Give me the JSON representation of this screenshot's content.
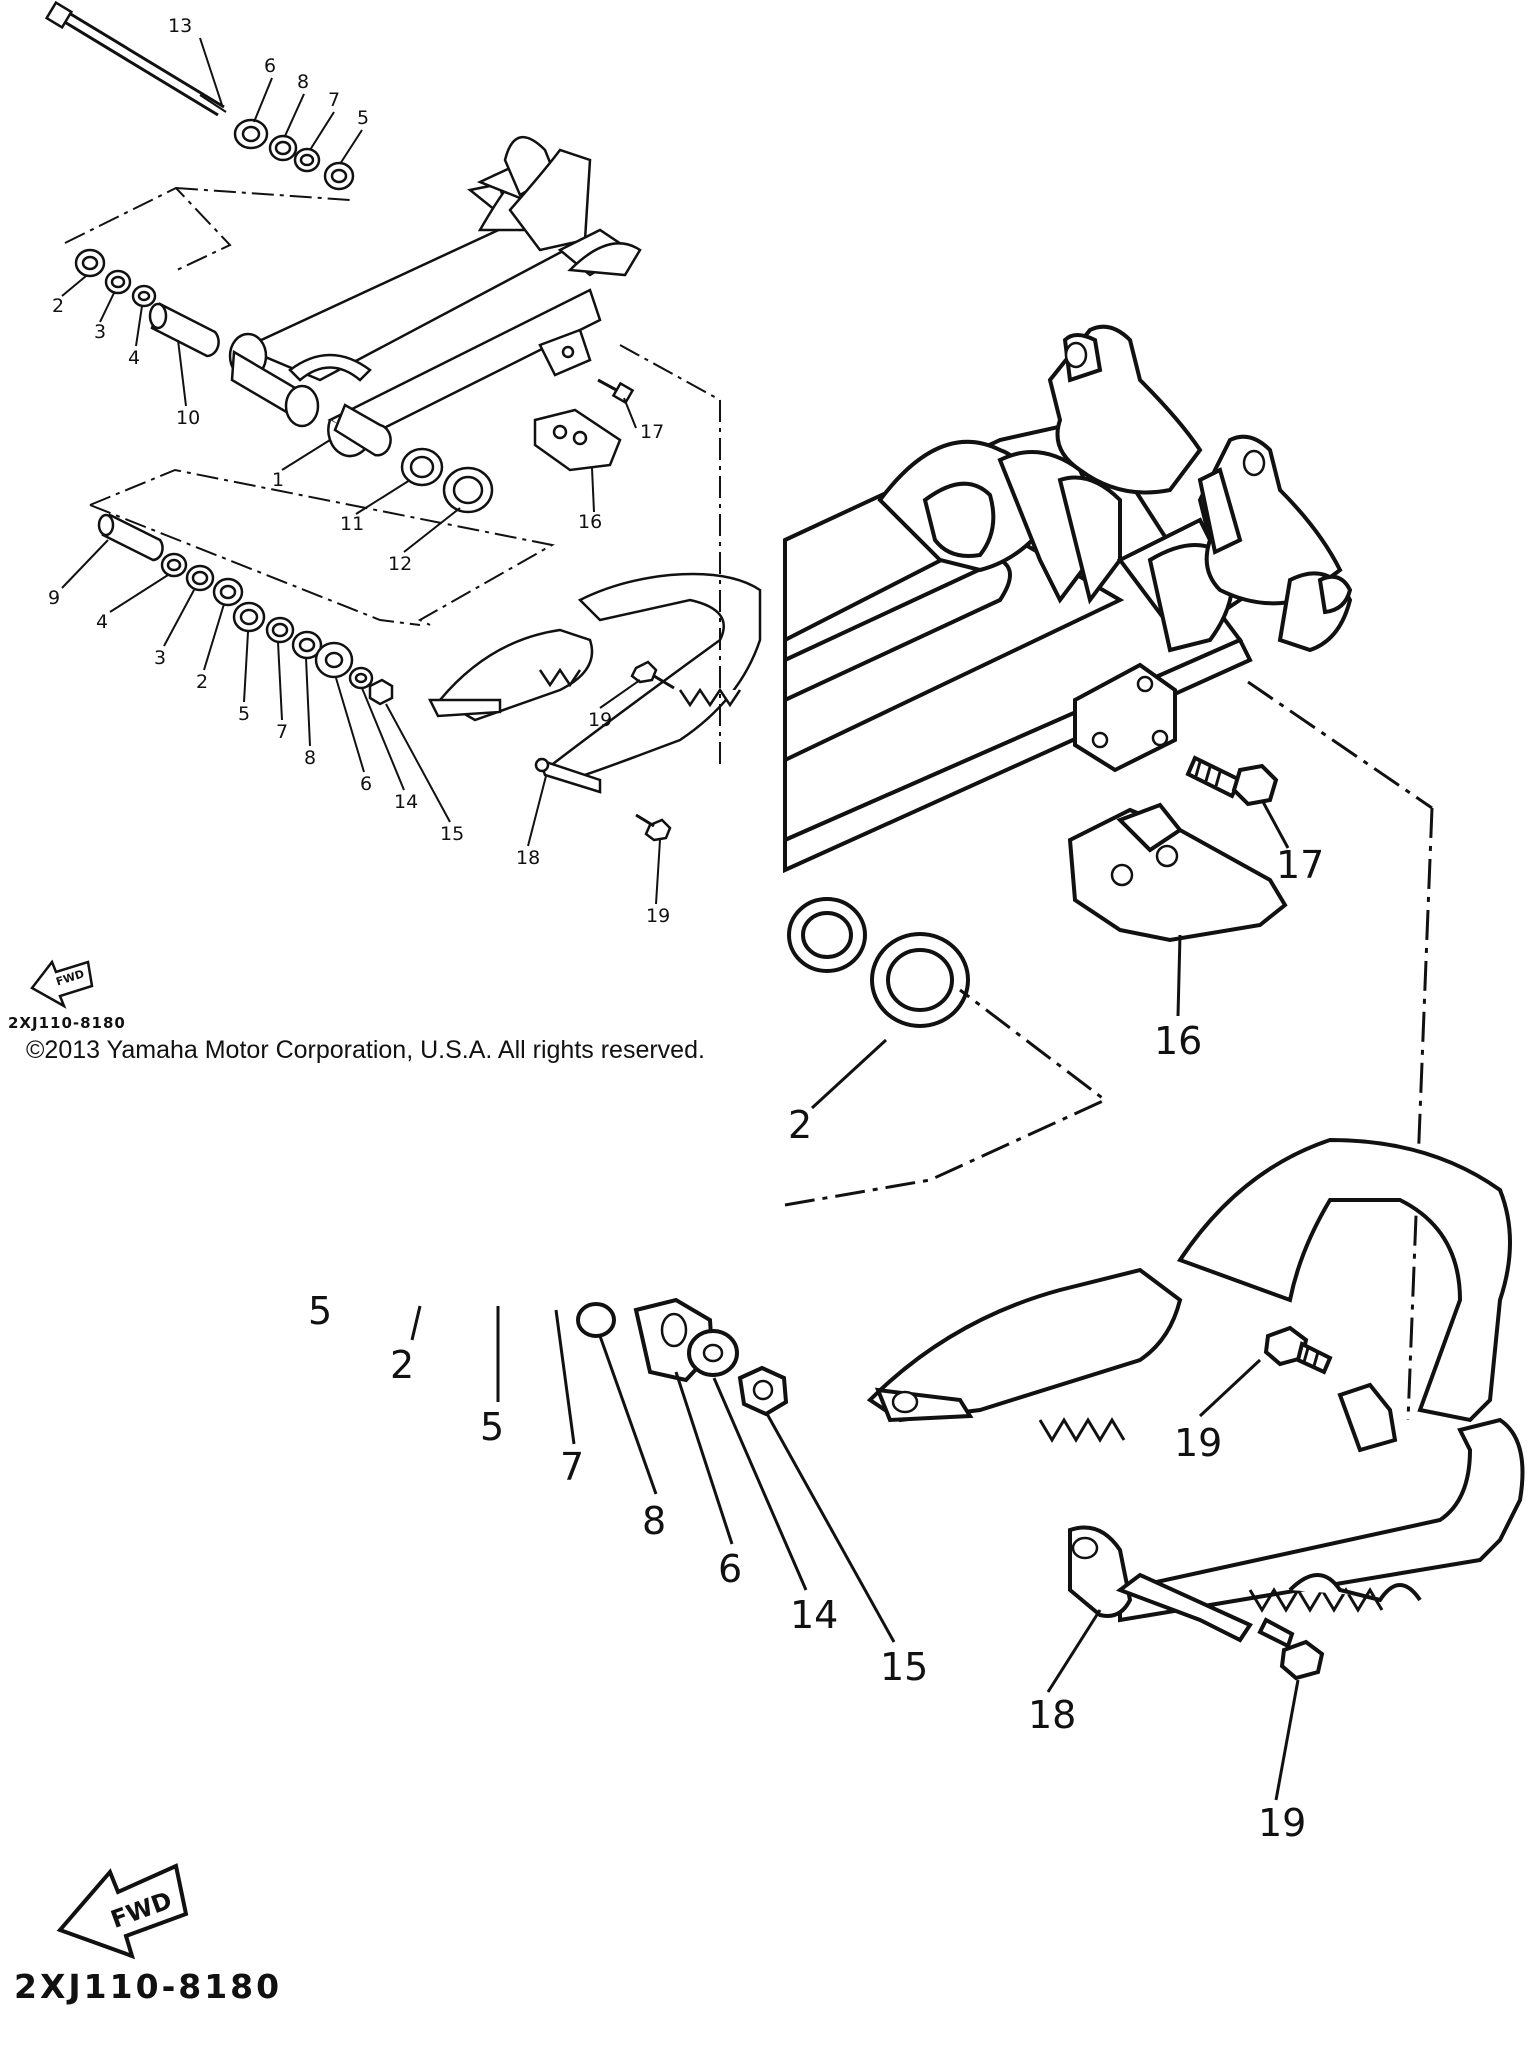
{
  "diagram": {
    "small_view": {
      "callouts": [
        "13",
        "6",
        "8",
        "7",
        "5",
        "2",
        "3",
        "4",
        "10",
        "1",
        "11",
        "12",
        "16",
        "17",
        "9",
        "4",
        "3",
        "2",
        "5",
        "7",
        "8",
        "6",
        "14",
        "15",
        "19",
        "18",
        "19"
      ],
      "fwd_label": "FWD",
      "code": "2XJ110-8180"
    },
    "large_view": {
      "callouts": [
        "17",
        "16",
        "2",
        "19",
        "5",
        "2",
        "5",
        "7",
        "8",
        "6",
        "14",
        "15",
        "18",
        "19"
      ],
      "fwd_label": "FWD",
      "code": "2XJ110-8180"
    },
    "copyright": "©2013 Yamaha Motor Corporation, U.S.A. All rights reserved."
  }
}
